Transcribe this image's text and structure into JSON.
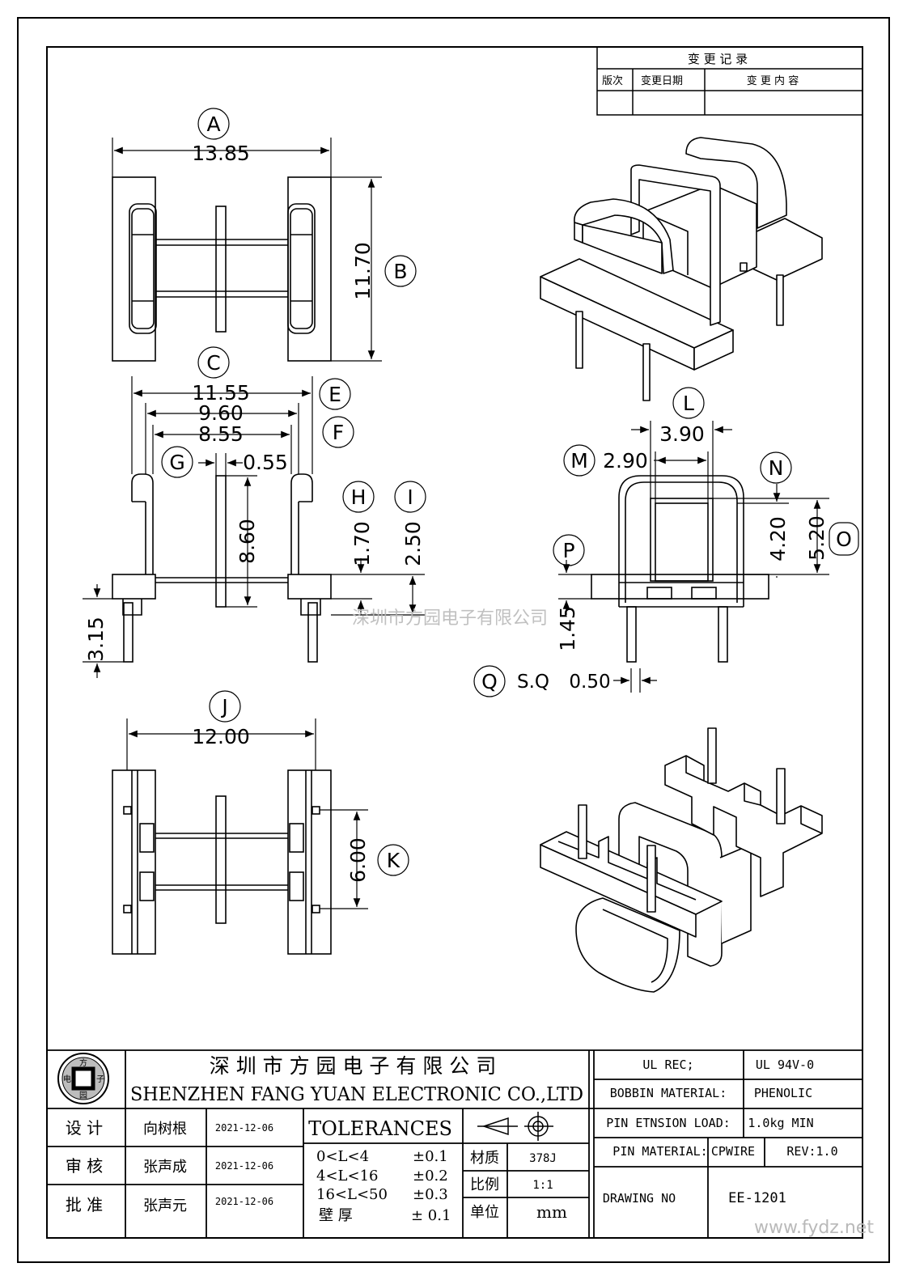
{
  "change_record": {
    "title": "变 更 记 录",
    "col_version": "版次",
    "col_date": "变更日期",
    "col_content": "变 更 内 容"
  },
  "dimensions": {
    "A": {
      "letter": "A",
      "value": "13.85"
    },
    "B": {
      "letter": "B",
      "value": "11.70"
    },
    "C": {
      "letter": "C",
      "value": "11.55"
    },
    "E": {
      "letter": "E",
      "value": "9.60"
    },
    "F": {
      "letter": "F",
      "value": "8.55"
    },
    "G": {
      "letter": "G",
      "value": "0.55"
    },
    "H": {
      "letter": "H",
      "value": "1.70"
    },
    "I": {
      "letter": "I",
      "value": "2.50"
    },
    "J": {
      "letter": "J",
      "value": "12.00"
    },
    "K": {
      "letter": "K",
      "value": "6.00"
    },
    "L": {
      "letter": "L",
      "value": "3.90"
    },
    "M": {
      "letter": "M",
      "value": "2.90"
    },
    "N": {
      "letter": "N",
      "value": "4.20"
    },
    "O": {
      "letter": "O",
      "value": "5.20"
    },
    "P": {
      "letter": "P",
      "value": "1.45"
    },
    "Q": {
      "letter": "Q",
      "prefix": "S.Q",
      "value": "0.50"
    },
    "pin_length": "3.15",
    "window_height": "8.60"
  },
  "watermark": "深圳市方园电子有限公司",
  "footer_url": "www.fydz.net",
  "title_block": {
    "logo": {
      "top": "方",
      "left": "电",
      "right": "子",
      "bottom": "园"
    },
    "company_cn": "深 圳 市 方 园 电 子 有 限 公 司",
    "company_en": "SHENZHEN FANG YUAN ELECTRONIC CO.,LTD",
    "rows": [
      {
        "role": "设 计",
        "name": "向树根",
        "date": "2021-12-06"
      },
      {
        "role": "审 核",
        "name": "张声成",
        "date": "2021-12-06"
      },
      {
        "role": "批 准",
        "name": "张声元",
        "date": "2021-12-06"
      }
    ],
    "tolerances_title": "TOLERANCES",
    "tolerances": [
      {
        "range": "0<L<4",
        "tol": "±0.1"
      },
      {
        "range": "4<L<16",
        "tol": "±0.2"
      },
      {
        "range": "16<L<50",
        "tol": "±0.3"
      },
      {
        "range": "壁   厚",
        "tol": "± 0.1"
      }
    ],
    "material_label": "材质",
    "material_value": "378J",
    "scale_label": "比例",
    "scale_value": "1:1",
    "unit_label": "单位",
    "unit_value": "mm",
    "ul_rec_label": "UL REC;",
    "ul_rec_value": "UL  94V-0",
    "bobbin_material_label": "BOBBIN MATERIAL:",
    "bobbin_material_value": "PHENOLIC",
    "pin_load_label": "PIN ETNSION LOAD:",
    "pin_load_value": "1.0kg MIN",
    "pin_material_label": "PIN MATERIAL:",
    "pin_material_value": "CPWIRE",
    "rev": "REV:1.0",
    "drawing_no_label": "DRAWING NO",
    "drawing_no_value": "EE-1201"
  }
}
